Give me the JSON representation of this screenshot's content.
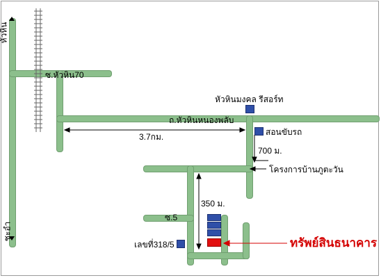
{
  "labels": {
    "hua_hin": "หัวหิน",
    "cha_am": "ชะอำ",
    "soi_70": "ซ.หัวหิน70",
    "main_road": "ถ.หัวหินหนองพลับ",
    "dist_37": "3.7กม.",
    "resort": "หัวหินมงคล รีสอร์ท",
    "driving_school": "สอนขับรถ",
    "dist_700": "700 ม.",
    "project": "โครงการบ้านภูตะวัน",
    "dist_350": "350 ม.",
    "soi_5": "ซ.5",
    "house_no": "เลขที่318/5",
    "bank_asset": "ทรัพย์สินธนาคาร"
  },
  "colors": {
    "road": "#8cbf8c",
    "building": "#2f4fa8",
    "target": "#e21010",
    "target_text": "#d40000"
  }
}
